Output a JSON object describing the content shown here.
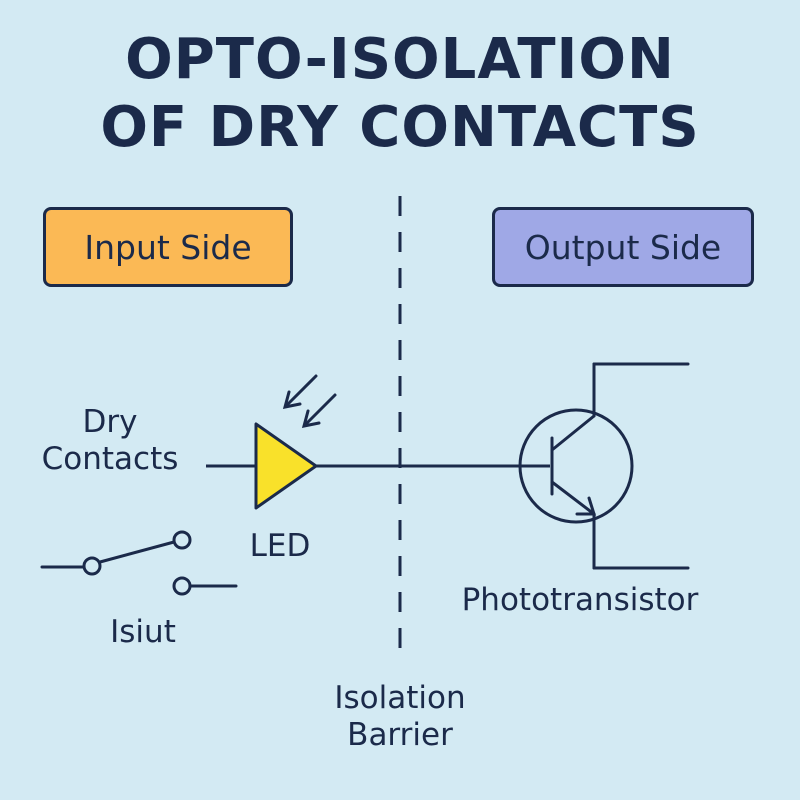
{
  "title": {
    "line1": "OPTO-ISOLATION",
    "line2": "OF DRY CONTACTS"
  },
  "input_side": {
    "label": "Input Side",
    "color": "#fbb955"
  },
  "output_side": {
    "label": "Output Side",
    "color": "#9fa8e6"
  },
  "components": {
    "dry_contacts_line1": "Dry",
    "dry_contacts_line2": "Contacts",
    "led": "LED",
    "isiut": "Isiut",
    "phototransistor": "Phototransistor"
  },
  "barrier": {
    "line1": "Isolation",
    "line2": "Barrier"
  },
  "colors": {
    "background": "#d3eaf3",
    "ink": "#1b2a4a",
    "led_fill": "#f9e12a"
  }
}
